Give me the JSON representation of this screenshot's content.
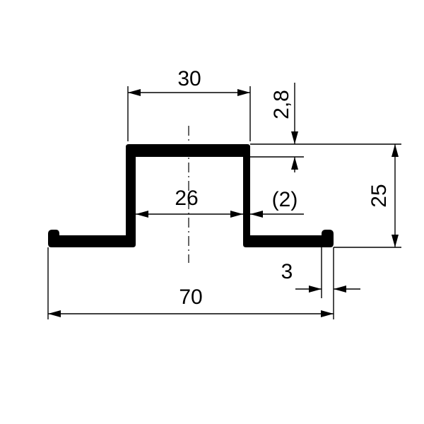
{
  "drawing": {
    "dimensions": {
      "top_width": "30",
      "inner_width": "26",
      "total_width": "70",
      "height": "25",
      "flange_thickness": "2,8",
      "wall_thickness": "(2)",
      "lip_width": "3"
    },
    "colors": {
      "line": "#000000",
      "background": "#ffffff"
    }
  }
}
